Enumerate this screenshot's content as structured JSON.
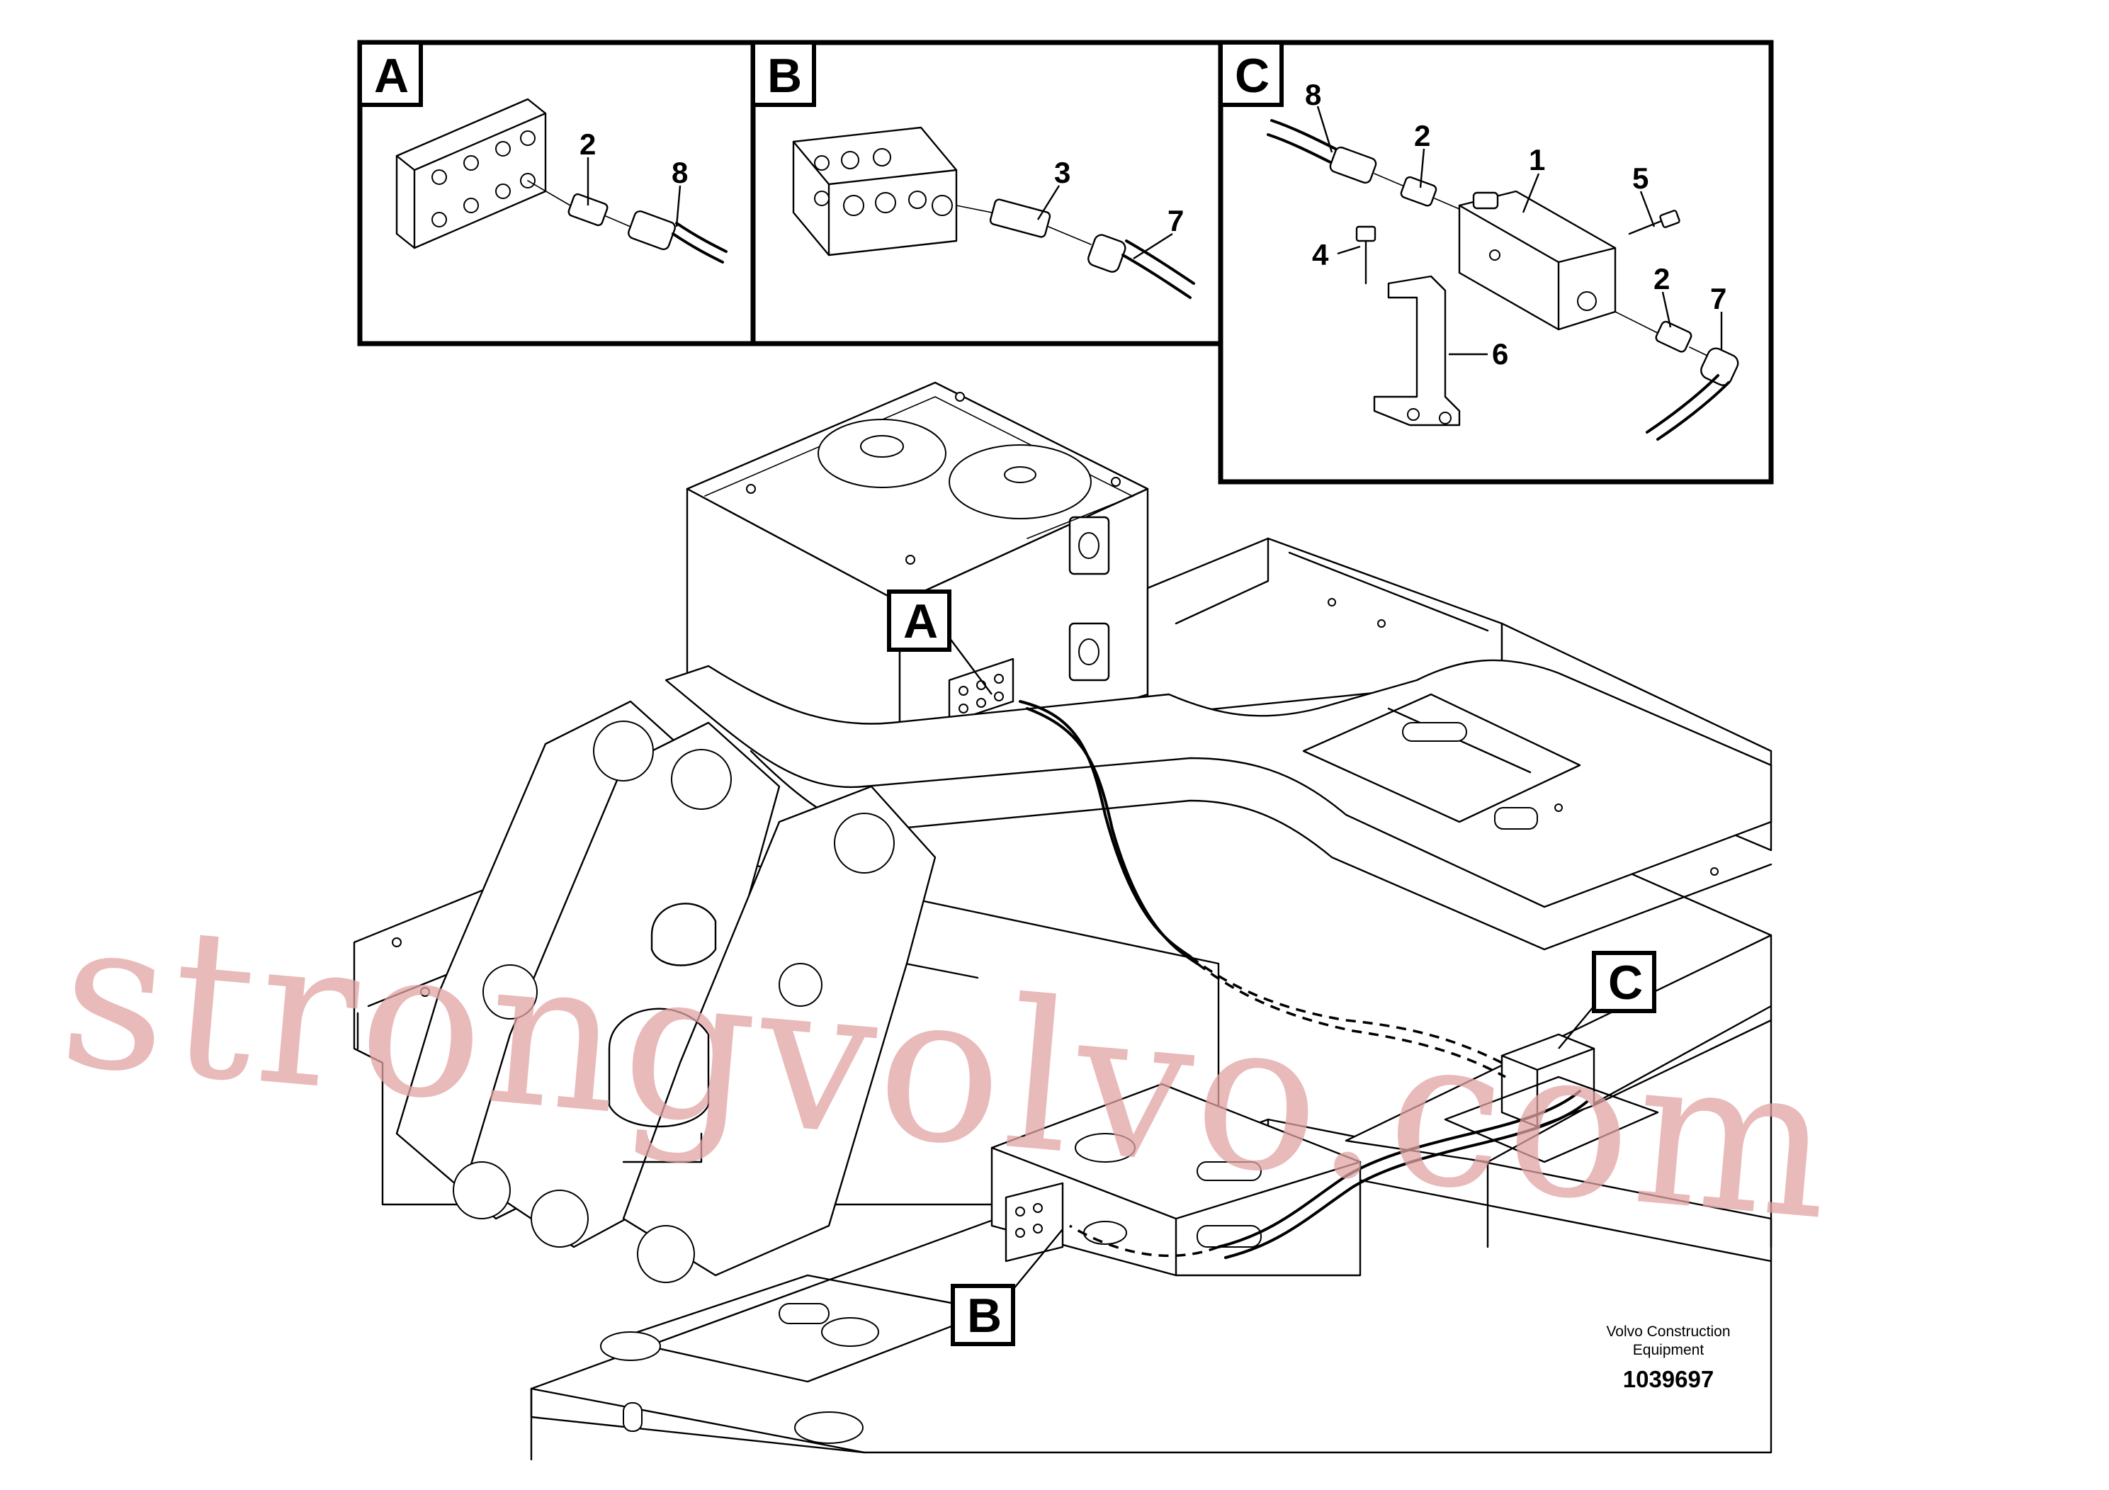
{
  "watermark": "strongvolvo.com",
  "footer": {
    "company_line1": "Volvo Construction",
    "company_line2": "Equipment",
    "drawing_number": "1039697"
  },
  "details": {
    "A": {
      "label": "A",
      "items": [
        "2",
        "8"
      ]
    },
    "B": {
      "label": "B",
      "items": [
        "3",
        "7"
      ]
    },
    "C": {
      "label": "C",
      "items": [
        "8",
        "2",
        "1",
        "5",
        "4",
        "2",
        "7",
        "6"
      ]
    }
  },
  "callouts": [
    "A",
    "B",
    "C"
  ],
  "colors": {
    "watermark": "#e2a3a3",
    "line": "#000000"
  }
}
